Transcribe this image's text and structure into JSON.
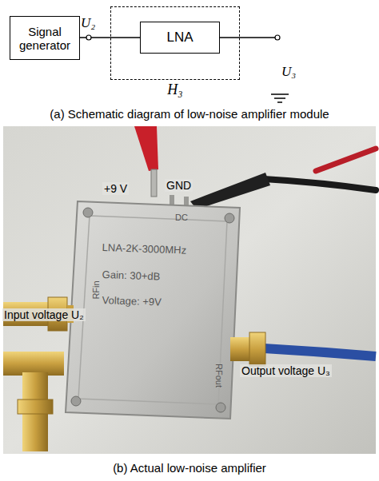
{
  "diagram": {
    "nodes": [
      {
        "text": [
          "Signal generator"
        ]
      },
      {
        "text": [
          "H₃"
        ]
      },
      {
        "text": [
          "LNA"
        ],
        "in": 1
      }
    ],
    "edges": [
      {
        "from": 0,
        "to": 2,
        "arrow": "none"
      }
    ],
    "labels": [
      "U₂",
      "U₃",
      "(a) Schematic diagram of low-noise amplifier module",
      "+9 V",
      "GND",
      "DC",
      "LNA-2K-3000MHz",
      "Gain: 30+dB",
      "Voltage: +9V",
      "RFin",
      "Input voltage U₂",
      "RFout",
      "Output voltage U₃",
      "(b) Actual low-noise amplifier"
    ]
  }
}
